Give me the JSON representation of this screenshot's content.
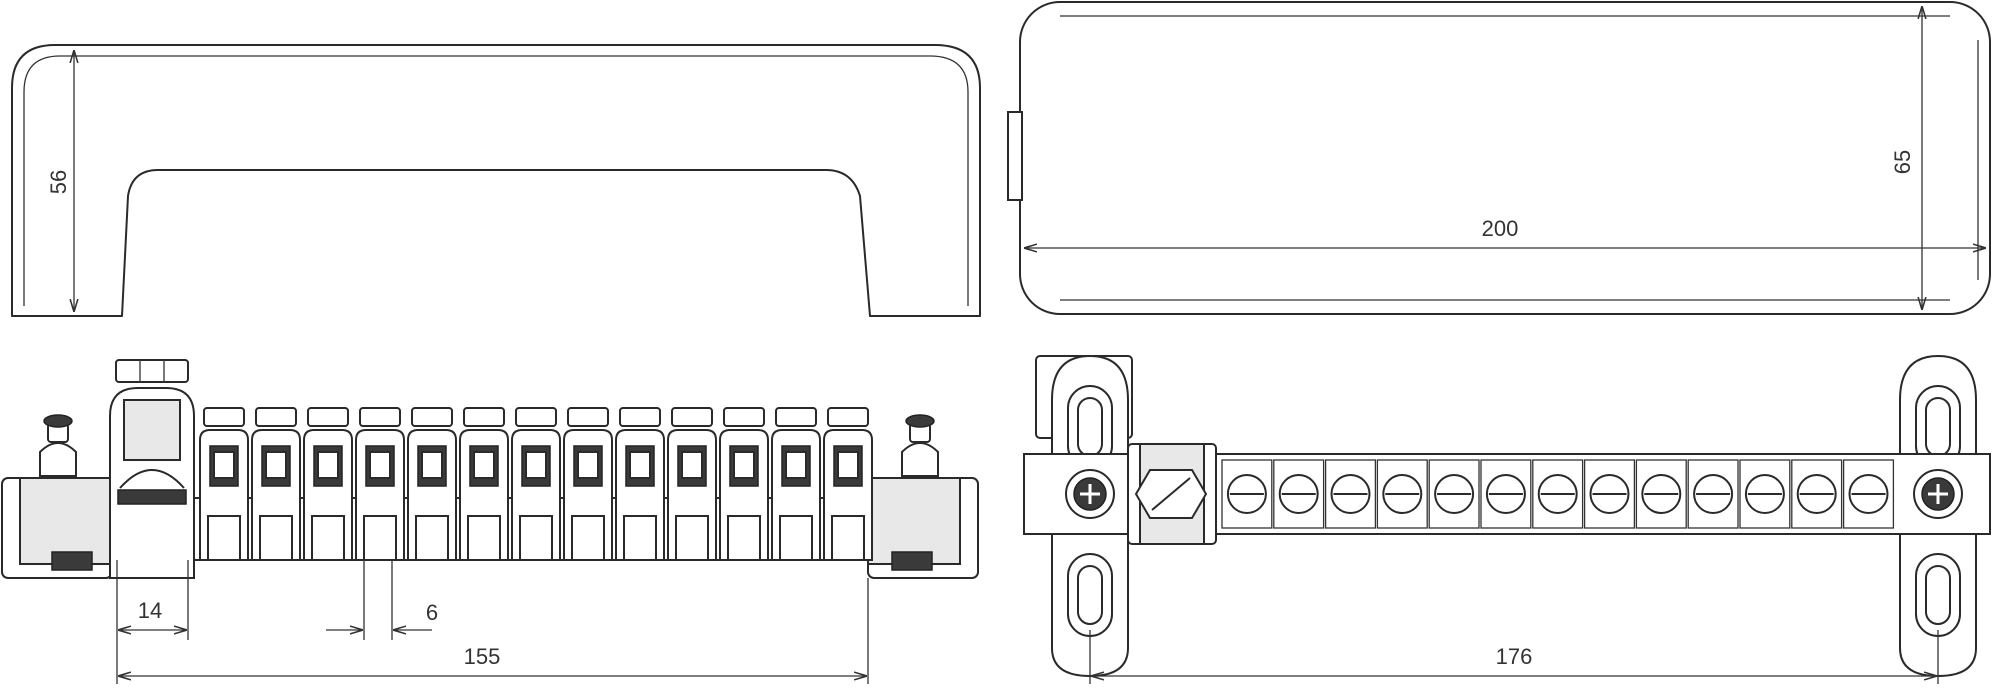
{
  "dimensions": {
    "front_cover_height": "56",
    "top_cover_width": "200",
    "top_cover_height": "65",
    "end_clearance": "14",
    "terminal_pitch": "6",
    "bar_length": "155",
    "mount_hole_spacing": "176"
  },
  "terminal_count": 13
}
